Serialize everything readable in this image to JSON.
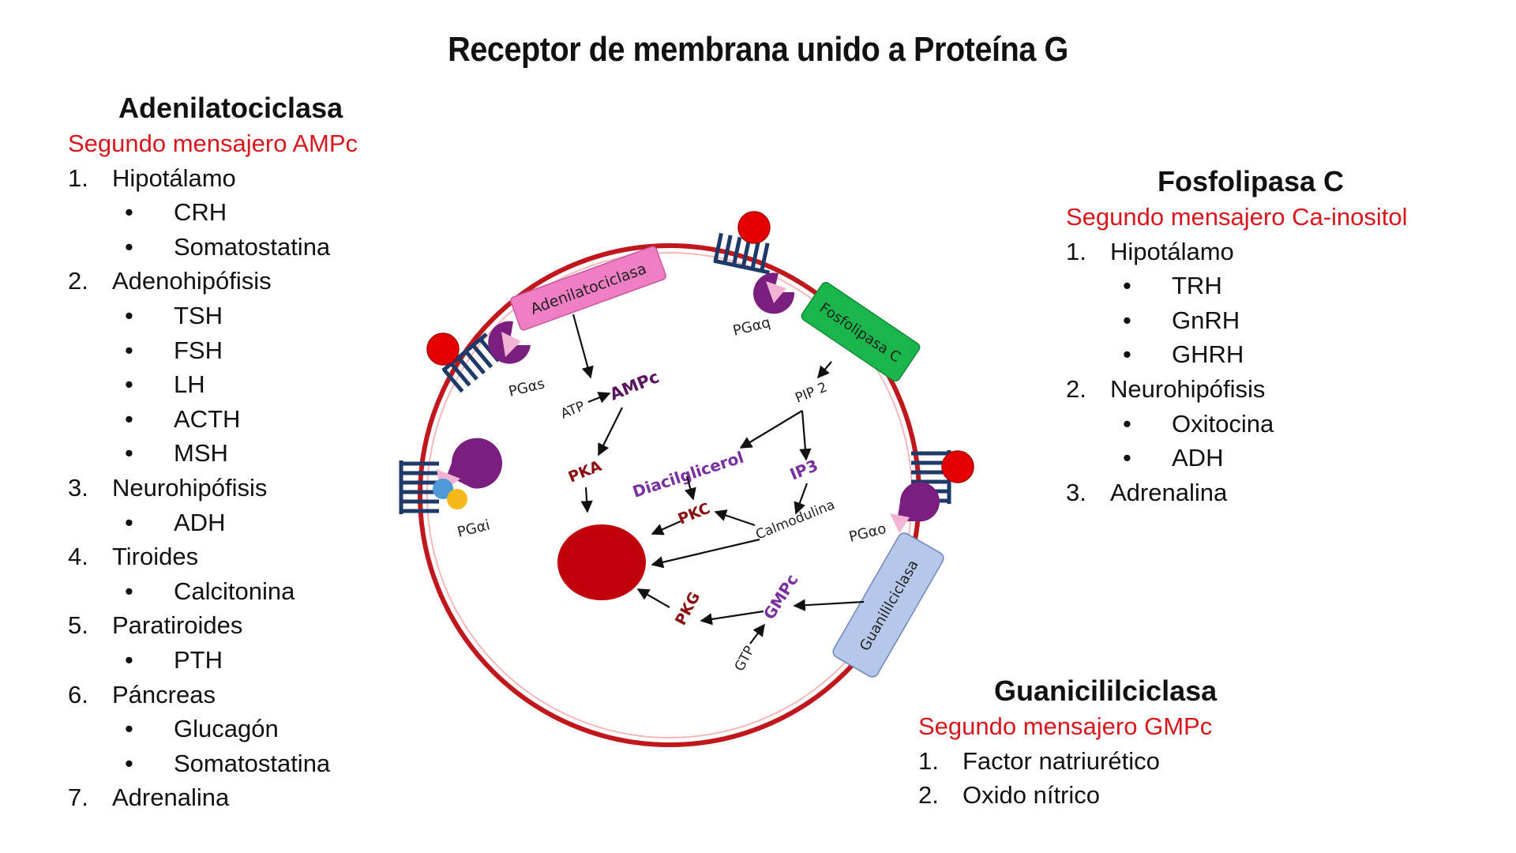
{
  "title": "Receptor de membrana unido a Proteína G",
  "left": {
    "heading": "Adenilatociclasa",
    "subtitle": "Segundo mensajero AMPc",
    "groups": [
      {
        "n": "1.",
        "name": "Hipotálamo",
        "items": [
          "CRH",
          "Somatostatina"
        ]
      },
      {
        "n": "2.",
        "name": "Adenohipófisis",
        "items": [
          "TSH",
          "FSH",
          "LH",
          "ACTH",
          "MSH"
        ]
      },
      {
        "n": "3.",
        "name": "Neurohipófisis",
        "items": [
          "ADH"
        ]
      },
      {
        "n": "4.",
        "name": "Tiroides",
        "items": [
          "Calcitonina"
        ]
      },
      {
        "n": "5.",
        "name": "Paratiroides",
        "items": [
          "PTH"
        ]
      },
      {
        "n": "6.",
        "name": "Páncreas",
        "items": [
          "Glucagón",
          "Somatostatina"
        ]
      },
      {
        "n": "7.",
        "name": "Adrenalina",
        "items": []
      }
    ]
  },
  "right": {
    "heading": "Fosfolipasa C",
    "subtitle": "Segundo mensajero Ca-inositol",
    "groups": [
      {
        "n": "1.",
        "name": "Hipotálamo",
        "items": [
          "TRH",
          "GnRH",
          "GHRH"
        ]
      },
      {
        "n": "2.",
        "name": "Neurohipófisis",
        "items": [
          "Oxitocina",
          "ADH"
        ]
      },
      {
        "n": "3.",
        "name": "Adrenalina",
        "items": []
      }
    ]
  },
  "bottom": {
    "heading": "Guanicililciclasa",
    "subtitle": "Segundo mensajero GMPc",
    "groups": [
      {
        "n": "1.",
        "name": "Factor natriurético",
        "items": []
      },
      {
        "n": "2.",
        "name": "Oxido nítrico",
        "items": []
      }
    ]
  },
  "diagram": {
    "enzymes": {
      "adenilato": "Adenilatociclasa",
      "fosfolipasa": "Fosfolipasa C",
      "guanilil": "Guanililciclasa"
    },
    "proteins": {
      "gs": "PGαs",
      "gq": "PGαq",
      "gi": "PGαi",
      "go": "PGαo"
    },
    "molecules": {
      "atp": "ATP",
      "ampc": "AMPc",
      "pka": "PKA",
      "pip2": "PIP 2",
      "dag": "Diacilglicerol",
      "ip3": "IP3",
      "pkc": "PKC",
      "calmodulina": "Calmodulina",
      "gtp": "GTP",
      "gmpc": "GMPc",
      "pkg": "PKG"
    },
    "colors": {
      "membrane": "#c0171c",
      "nucleus": "#c0000a",
      "ligand": "#e50000",
      "receptor": "#1f3a68",
      "gprotein": "#7a1f80",
      "gprotein_light": "#f3b3d5",
      "adenilato": "#f07ec5",
      "fosfolipasa": "#1bb64b",
      "guanilil": "#b5c8ea",
      "kinase": "#8a0d12",
      "messenger": "#7a2fa0",
      "ampc": "#5a1560"
    }
  }
}
